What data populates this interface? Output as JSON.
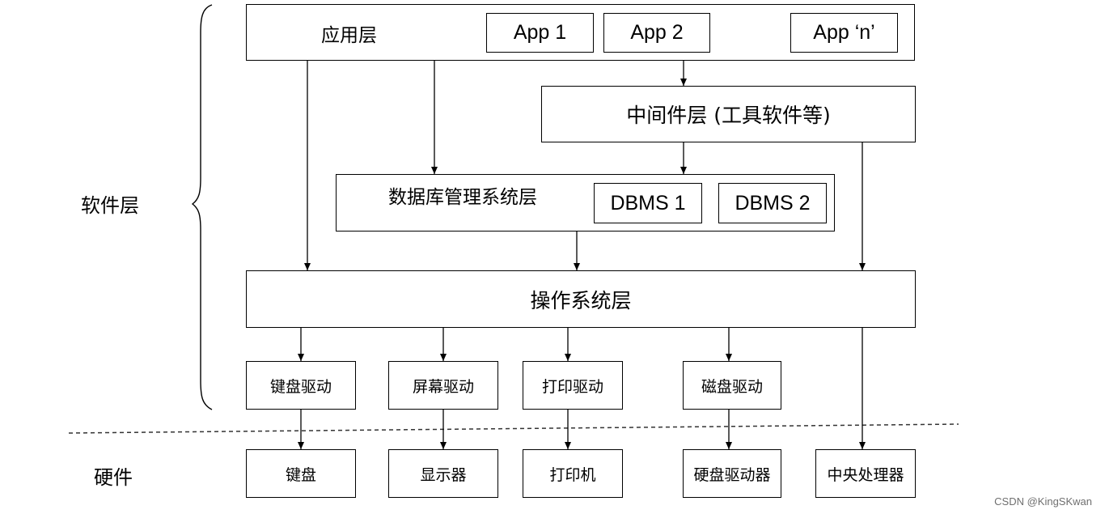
{
  "software_label": "软件层",
  "hardware_label": "硬件",
  "app_layer": {
    "label": "应用层",
    "apps": [
      "App 1",
      "App 2",
      "App ‘n’"
    ]
  },
  "middleware_layer": {
    "label": "中间件层 (工具软件等)"
  },
  "dbms_layer": {
    "label": "数据库管理系统层",
    "items": [
      "DBMS 1",
      "DBMS 2"
    ]
  },
  "os_layer": {
    "label": "操作系统层"
  },
  "drivers": [
    "键盘驱动",
    "屏幕驱动",
    "打印驱动",
    "磁盘驱动"
  ],
  "hardware": [
    "键盘",
    "显示器",
    "打印机",
    "硬盘驱动器",
    "中央处理器"
  ],
  "watermark": "CSDN @KingSKwan",
  "colors": {
    "stroke": "#000000",
    "background": "#ffffff",
    "watermark": "#6f6f6f"
  }
}
